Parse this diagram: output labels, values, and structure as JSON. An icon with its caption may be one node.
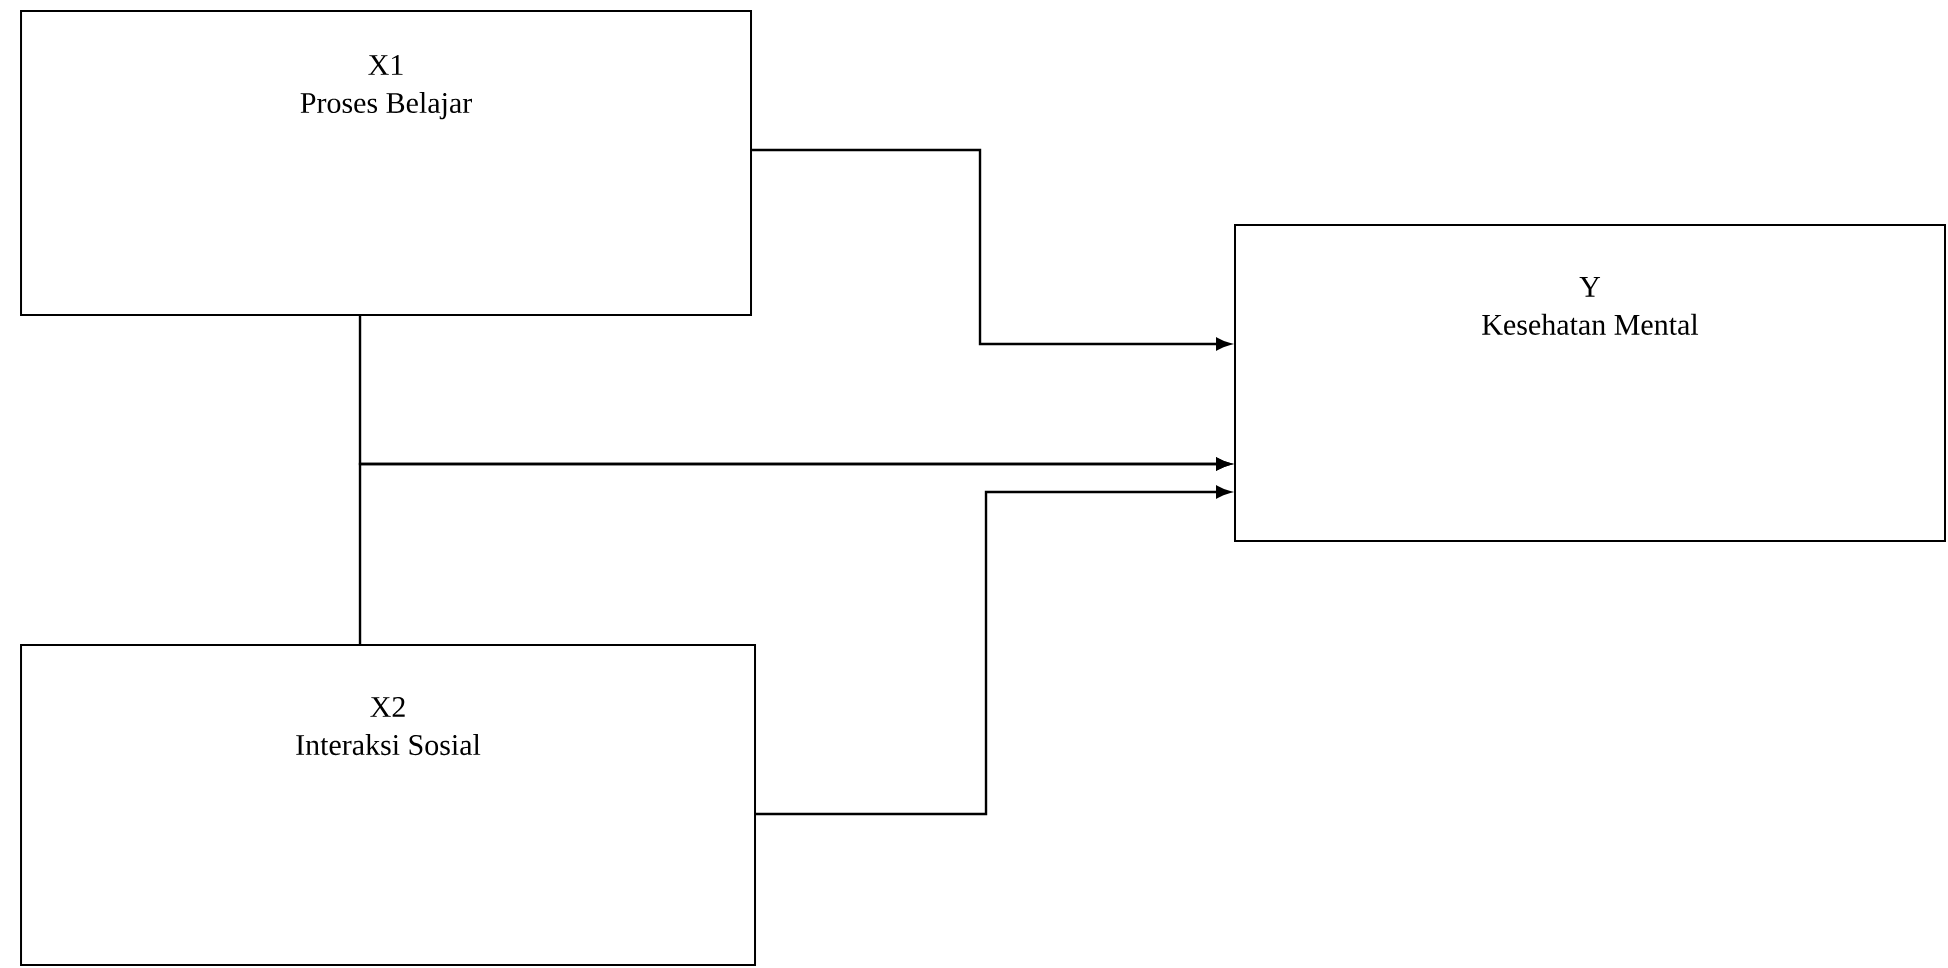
{
  "diagram": {
    "nodes": [
      {
        "text": [
          "X1",
          "Proses Belajar"
        ]
      },
      {
        "text": [
          "Y",
          "Kesehatan Mental"
        ]
      },
      {
        "text": [
          "X2",
          "Interaksi Sosial"
        ]
      }
    ],
    "edges": [
      {
        "from": 0,
        "to": 1,
        "arrow": "to"
      },
      {
        "from": 2,
        "to": 1,
        "arrow": "to"
      },
      {
        "from": 0,
        "to": 1,
        "arrow": "to"
      },
      {
        "from": 2,
        "to": 1,
        "arrow": "to"
      }
    ]
  }
}
